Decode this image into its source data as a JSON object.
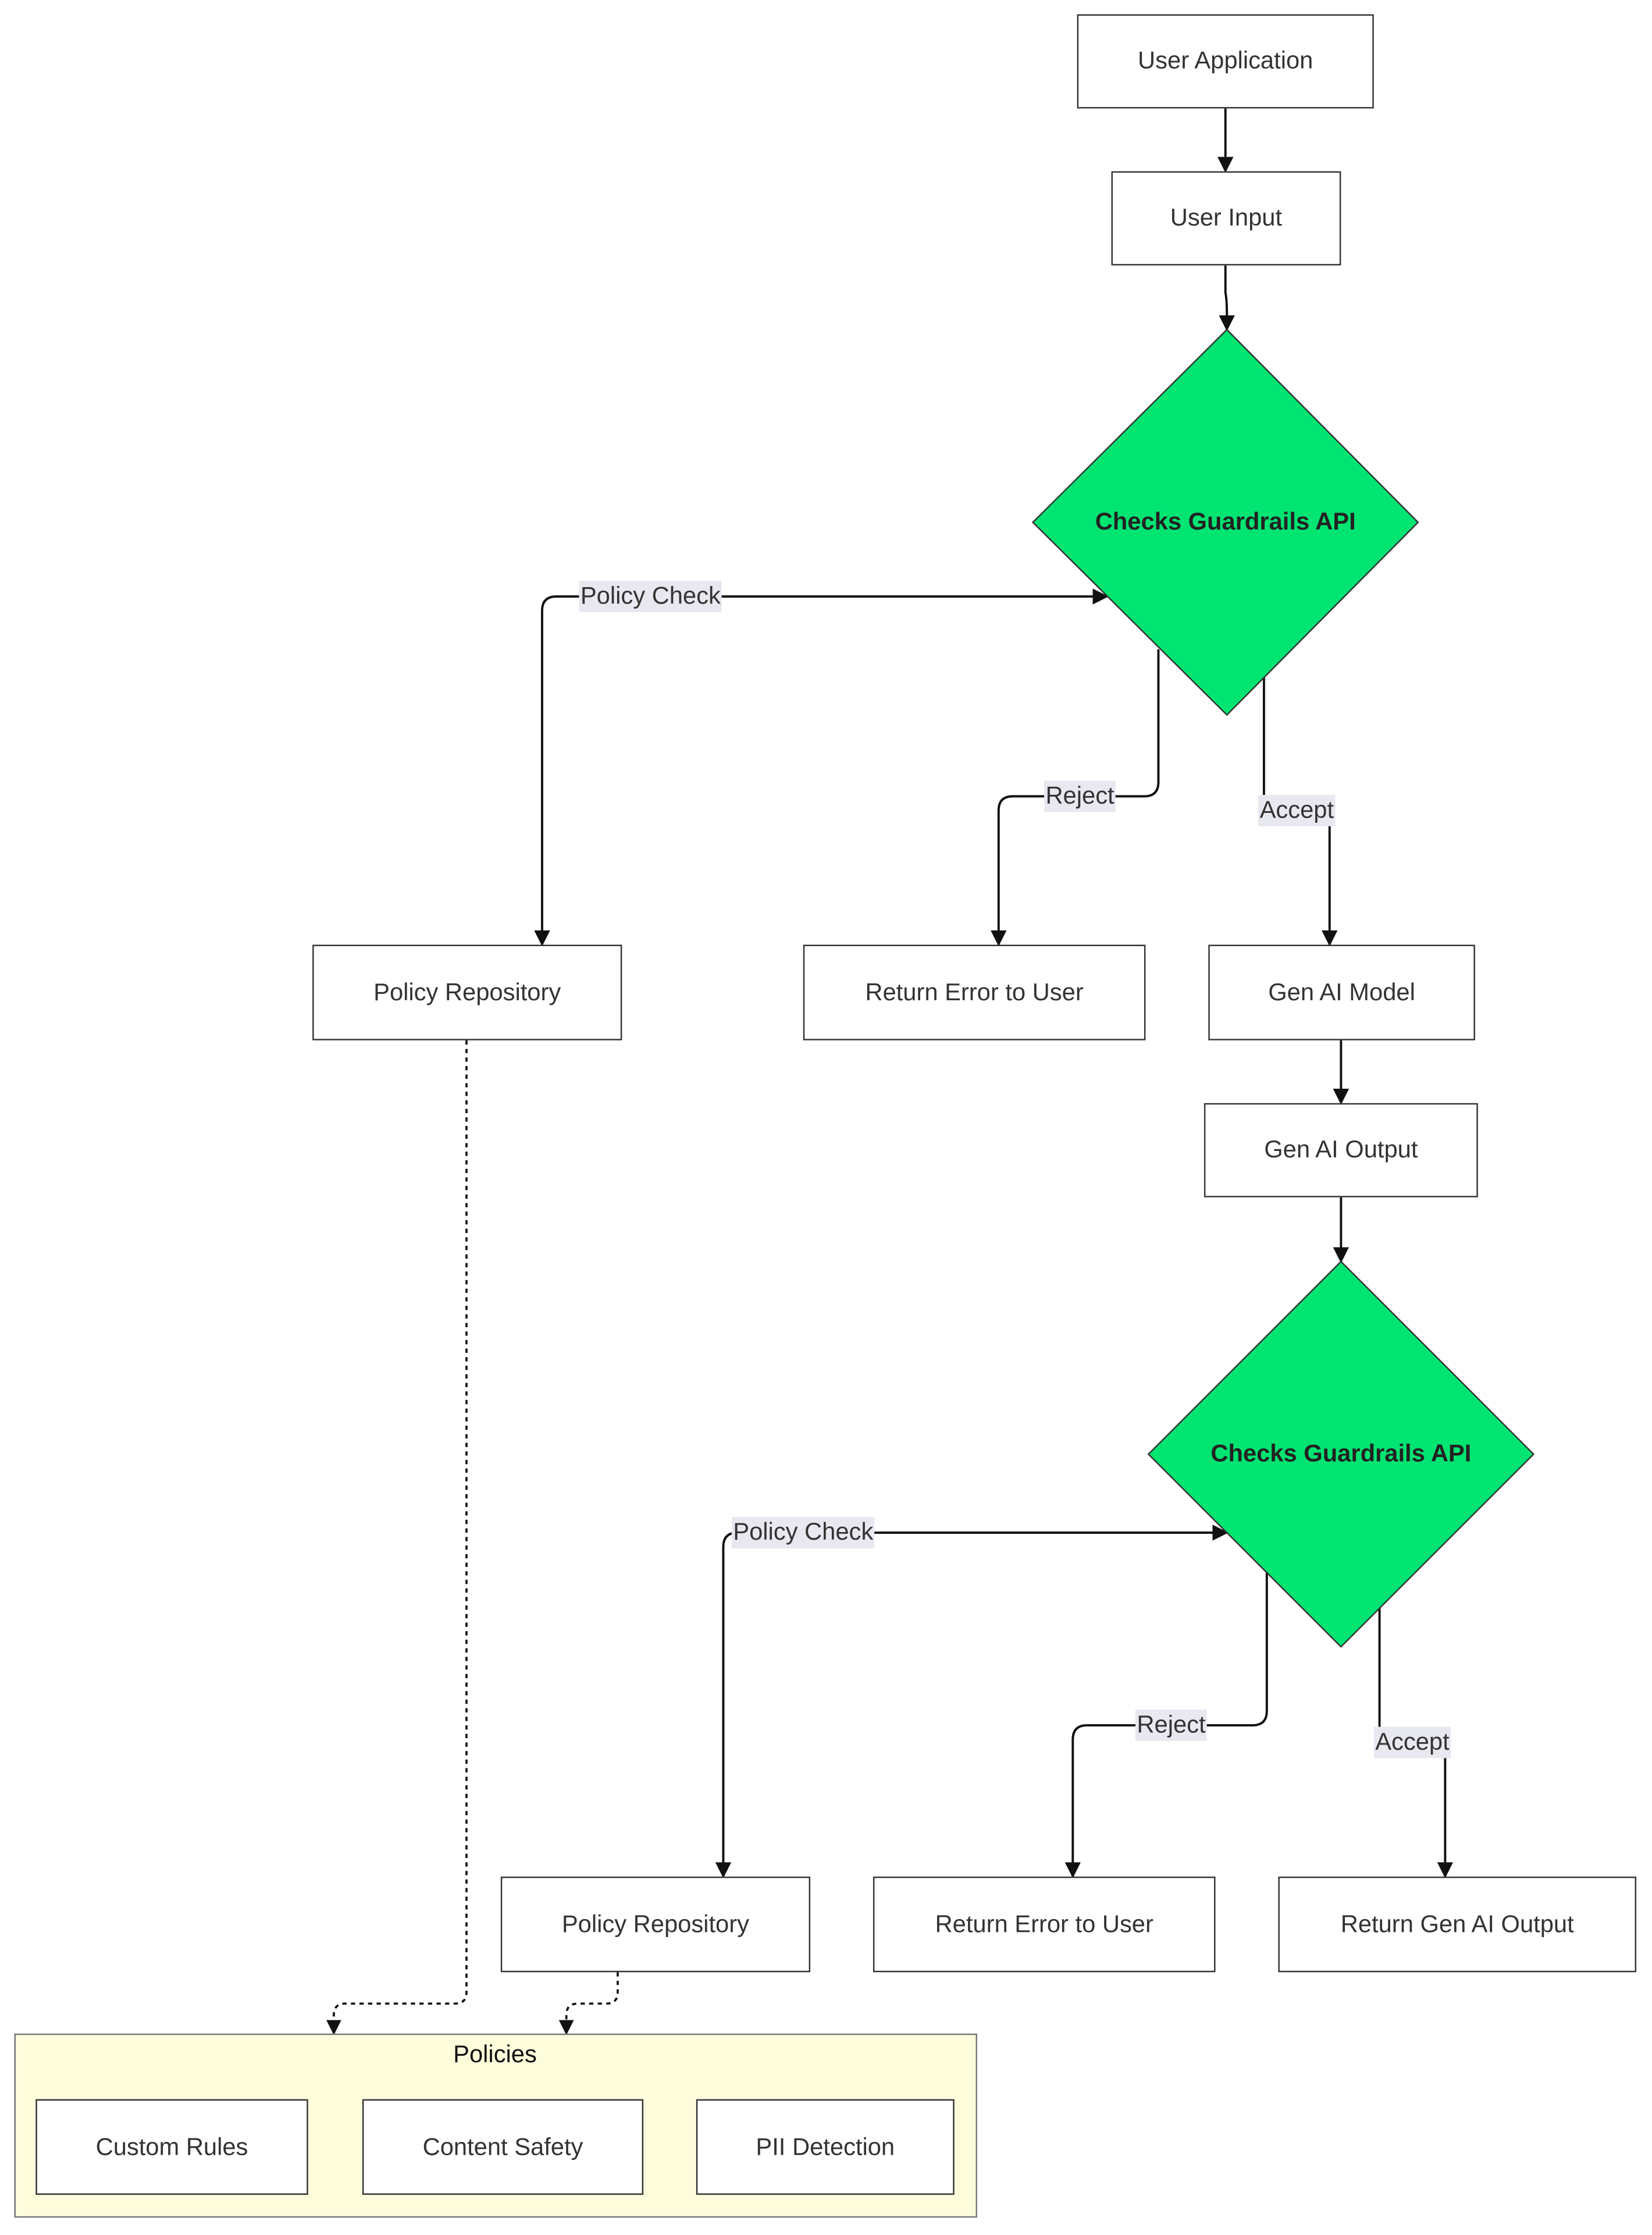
{
  "nodes": {
    "user_application": "User Application",
    "user_input": "User Input",
    "guardrails_1": "Checks Guardrails API",
    "policy_repo_1": "Policy Repository",
    "return_error_1": "Return Error to User",
    "gen_ai_model": "Gen AI Model",
    "gen_ai_output": "Gen AI Output",
    "guardrails_2": "Checks Guardrails API",
    "policy_repo_2": "Policy Repository",
    "return_error_2": "Return Error to User",
    "return_output": "Return Gen AI Output"
  },
  "edges": {
    "policy_check_1": "Policy Check",
    "reject_1": "Reject",
    "accept_1": "Accept",
    "policy_check_2": "Policy Check",
    "reject_2": "Reject",
    "accept_2": "Accept"
  },
  "policies": {
    "title": "Policies",
    "items": [
      "Custom Rules",
      "Content Safety",
      "PII Detection"
    ]
  },
  "colors": {
    "decision_fill": "#00e472",
    "group_fill": "#fdfddc",
    "edge_label_bg": "#e8e8f0"
  }
}
